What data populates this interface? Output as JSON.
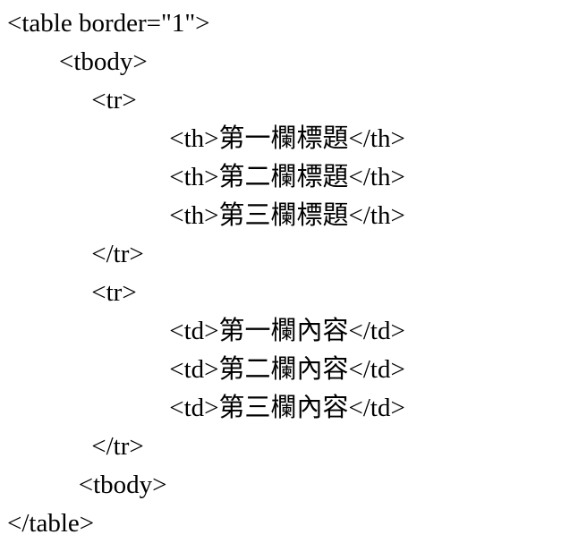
{
  "code": {
    "language": "html-source-listing",
    "lines": [
      "<table border=\"1\">",
      "        <tbody>",
      "             <tr>",
      "                         <th>第一欄標題</th>",
      "                         <th>第二欄標題</th>",
      "                         <th>第三欄標題</th>",
      "             </tr>",
      "             <tr>",
      "                         <td>第一欄內容</td>",
      "                         <td>第二欄內容</td>",
      "                         <td>第三欄內容</td>",
      "             </tr>",
      "           <tbody>",
      "</table>"
    ]
  }
}
